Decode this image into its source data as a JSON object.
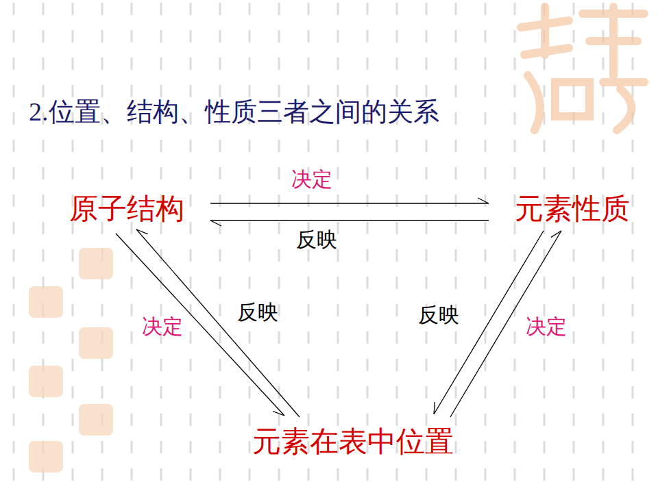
{
  "diagram": {
    "title": "2.位置、结构、性质三者之间的关系",
    "nodes": [
      {
        "text": [
          "原子结构"
        ]
      },
      {
        "text": [
          "元素性质"
        ]
      },
      {
        "text": [
          "元素在表中位置"
        ]
      }
    ],
    "edges": [
      {
        "from": 0,
        "to": 1,
        "label": "决定",
        "arrow": "to"
      },
      {
        "from": 1,
        "to": 0,
        "label": "反映",
        "arrow": "to"
      },
      {
        "from": 0,
        "to": 2,
        "label": "决定",
        "arrow": "to"
      },
      {
        "from": 2,
        "to": 0,
        "label": "反映",
        "arrow": "to"
      },
      {
        "from": 2,
        "to": 1,
        "label": "决定",
        "arrow": "to"
      },
      {
        "from": 1,
        "to": 2,
        "label": "反映",
        "arrow": "to"
      }
    ]
  }
}
